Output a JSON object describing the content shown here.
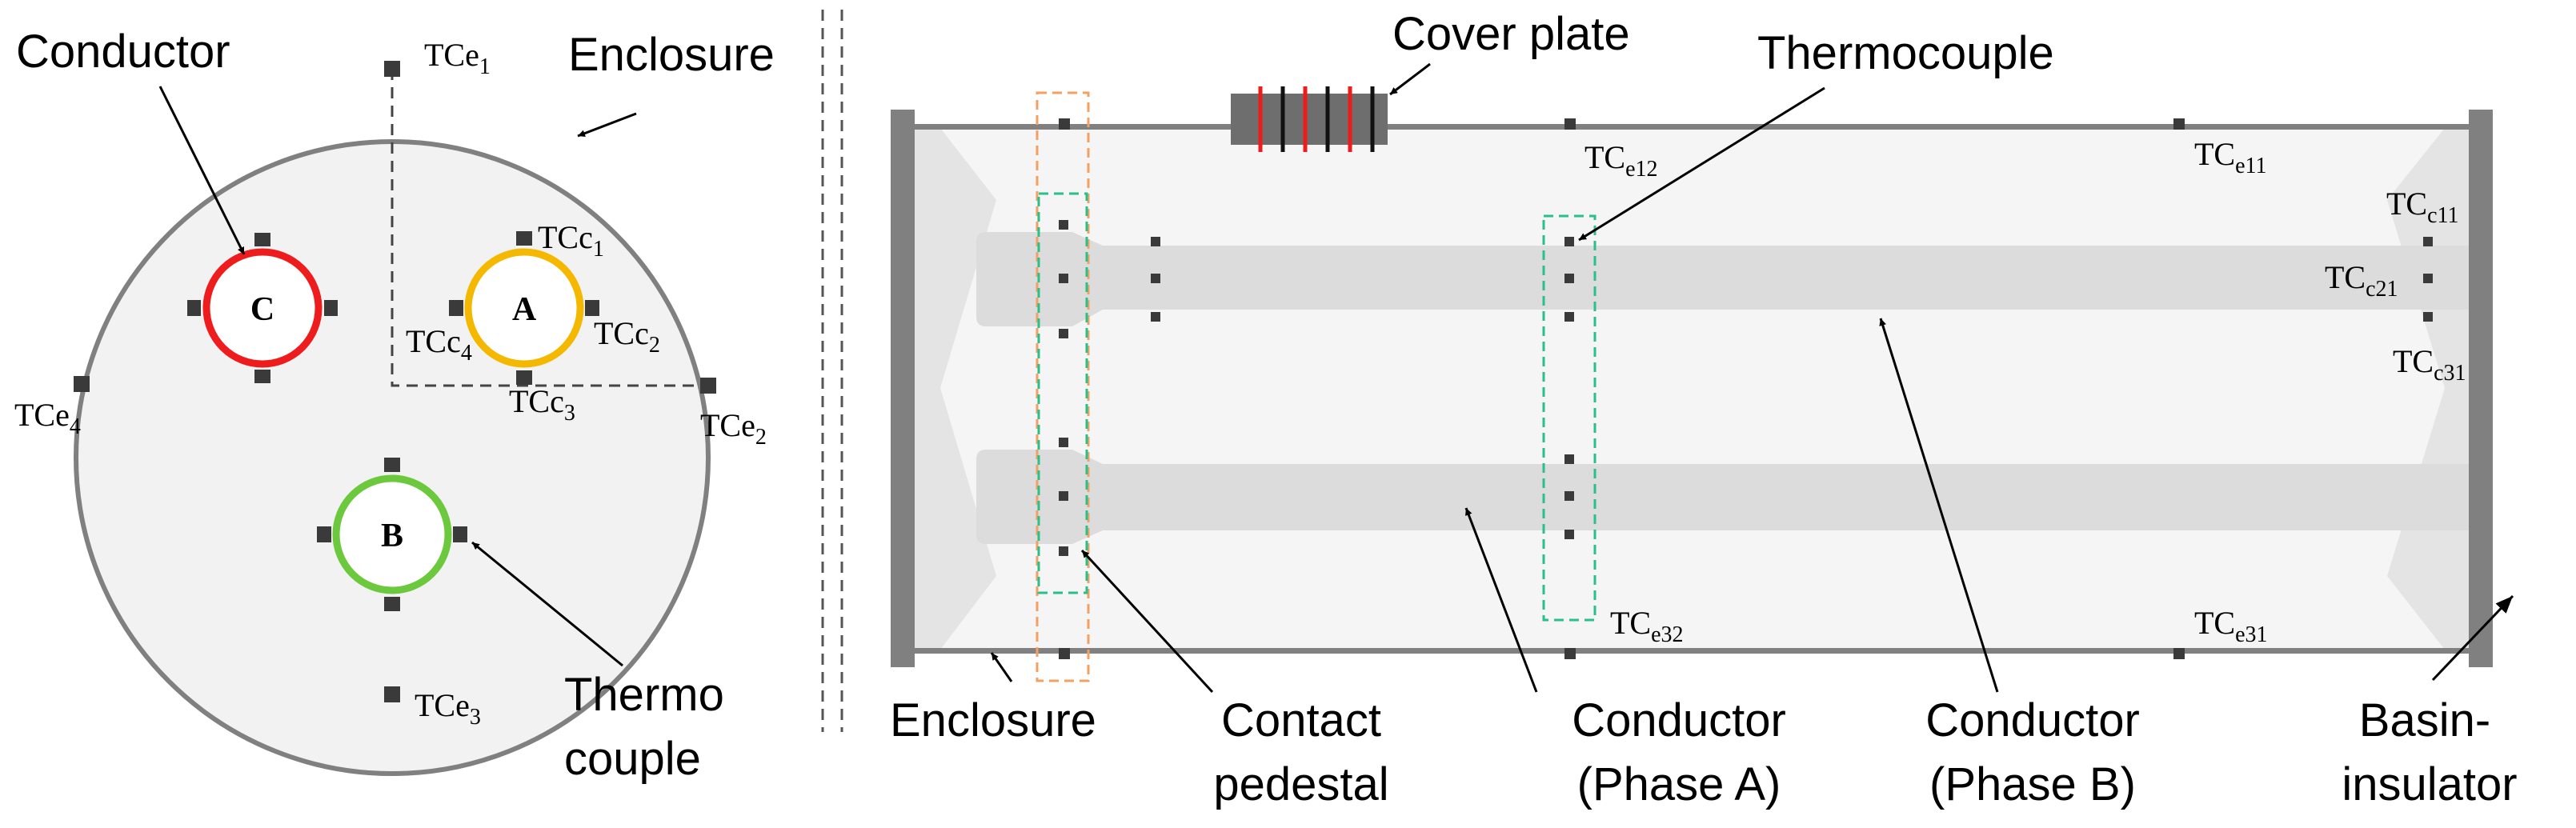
{
  "cross_section": {
    "labels": {
      "conductor": "Conductor",
      "enclosure": "Enclosure",
      "thermocouple_line1": "Thermo",
      "thermocouple_line2": "couple"
    },
    "phases": {
      "a": "A",
      "b": "B",
      "c": "C"
    },
    "thermocouples": {
      "tce1": "TCe1",
      "tce2": "TCe2",
      "tce3": "TCe3",
      "tce4": "TCe4",
      "tcc1": "TCc1",
      "tcc2": "TCc2",
      "tcc3": "TCc3",
      "tcc4": "TCc4"
    }
  },
  "side_view": {
    "labels": {
      "cover_plate": "Cover plate",
      "thermocouple": "Thermocouple",
      "enclosure": "Enclosure",
      "contact_pedestal_line1": "Contact",
      "contact_pedestal_line2": "pedestal",
      "conductor_a_line1": "Conductor",
      "conductor_a_line2": "(Phase A)",
      "conductor_b_line1": "Conductor",
      "conductor_b_line2": "(Phase B)",
      "basin_insulator_line1": "Basin-",
      "basin_insulator_line2": "insulator"
    },
    "thermocouples": {
      "tce12": "TCe12",
      "tce11": "TCe11",
      "tce32": "TCe32",
      "tce31": "TCe31",
      "tcc11": "TCc11",
      "tcc21": "TCc21",
      "tcc31": "TCc31"
    }
  },
  "colors": {
    "phase_a": "#f5b800",
    "phase_b": "#6cc83c",
    "phase_c": "#ee1c1c",
    "enclosure": "#808080",
    "sensor": "#3a3a3a",
    "conductor_fill": "#dcdcdc",
    "pedestal_box": "#f5a060",
    "sensor_group_box": "#29c089"
  }
}
